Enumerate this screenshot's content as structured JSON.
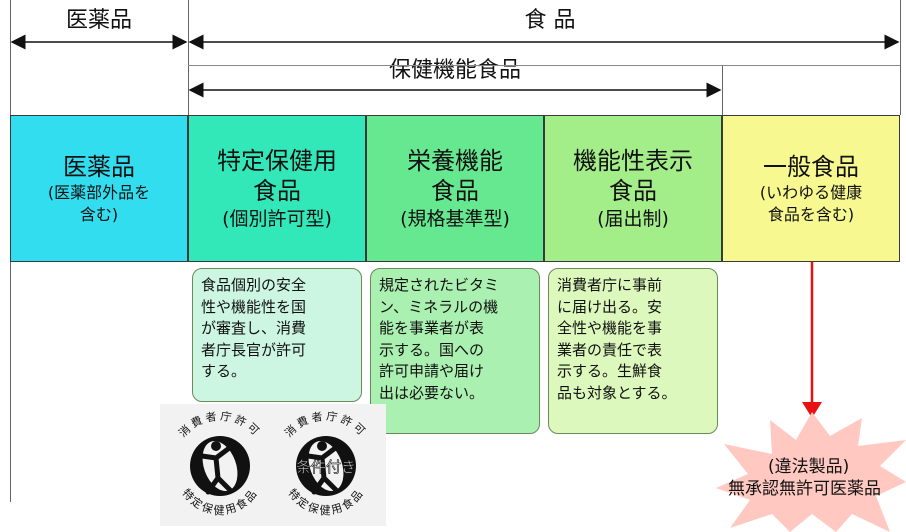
{
  "header": {
    "drug_label": "医薬品",
    "food_label": "食 品",
    "health_food_label": "保健機能食品"
  },
  "categories": [
    {
      "lines": [
        "医薬品"
      ],
      "sub": [
        "(医薬部外品を",
        "含む)"
      ],
      "color": "#33ddf0"
    },
    {
      "lines": [
        "特定保健用",
        "食品"
      ],
      "sub": [
        "(個別許可型)"
      ],
      "color": "#33e8b8"
    },
    {
      "lines": [
        "栄養機能",
        "食品"
      ],
      "sub": [
        "(規格基準型)"
      ],
      "color": "#66e890"
    },
    {
      "lines": [
        "機能性表示",
        "食品"
      ],
      "sub": [
        "(届出制)"
      ],
      "color": "#a4ee8a"
    },
    {
      "lines": [
        "一般食品"
      ],
      "sub": [
        "(いわゆる健康",
        "食品を含む)"
      ],
      "color": "#f8f890"
    }
  ],
  "notes": [
    {
      "lines": [
        "食品個別の安全",
        "性や機能性を国",
        "が審査し、消費",
        "者庁長官が許可",
        "する。"
      ]
    },
    {
      "lines": [
        "規定されたビタミ",
        "ン、ミネラルの機",
        "能を事業者が表",
        "示する。国への",
        "許可申請や届け",
        "出は必要ない。"
      ]
    },
    {
      "lines": [
        "消費者庁に事前",
        "に届け出る。安",
        "全性や機能を事",
        "業者の責任で表",
        "示する。生鮮食",
        "品も対象とする。"
      ]
    }
  ],
  "seals": [
    {
      "top_text": "消費者庁許可",
      "bottom_text": "特定保健用食品",
      "middle_text": ""
    },
    {
      "top_text": "消費者庁許可",
      "bottom_text": "特定保健用食品",
      "middle_text": "条件付き"
    }
  ],
  "illegal": {
    "line1": "(違法製品)",
    "line2": "無承認無許可医薬品"
  },
  "colors": {
    "arrow_red": "#e81010",
    "burst_pink": "#ffc8c0",
    "seal_black": "#111111"
  }
}
